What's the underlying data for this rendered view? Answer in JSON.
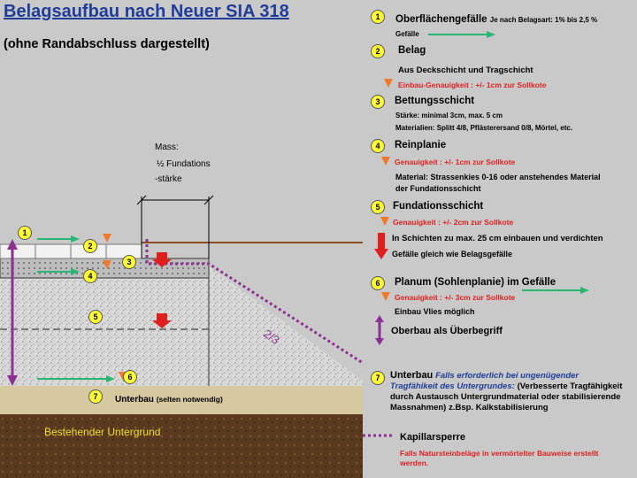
{
  "header": {
    "title": "Belagsaufbau nach Neuer SIA 318",
    "subtitle": "(ohne Randabschluss dargestellt)"
  },
  "diagram": {
    "mass_note": {
      "line1": "Mass:",
      "line2": "½ Fundations",
      "line3": "-stärke"
    },
    "slope_label": "2/3",
    "badges": [
      "1",
      "2",
      "3",
      "4",
      "5",
      "6",
      "7"
    ],
    "unterbau_label": "Unterbau",
    "unterbau_note": "(selten notwendig)",
    "ground_label": "Bestehender Untergrund",
    "colors": {
      "badge": "#ffff33",
      "arrow_green": "#2bb573",
      "triangle_orange": "#f07a2a",
      "arrow_red": "#e01e1e",
      "purple": "#8e2f93",
      "ground_brown": "#5a3a1e",
      "title_blue": "#1f3d99"
    }
  },
  "legend": {
    "item1": {
      "badge": "1",
      "title": "Oberflächengefälle",
      "note": "Je nach Belagsart: 1%  bis 2,5 %",
      "note2": "Gefälle"
    },
    "item2": {
      "badge": "2",
      "title": "Belag",
      "line1": "Aus Deckschicht und Tragschicht",
      "tolerance": "Einbau-Genauigkeit : +/- 1cm zur Sollkote"
    },
    "item3": {
      "badge": "3",
      "title": "Bettungsschicht",
      "line1": "Stärke: minimal 3cm, max. 5 cm",
      "line2": "Materialien: Splitt 4/8, Pflästerersand 0/8, Mörtel, etc."
    },
    "item4": {
      "badge": "4",
      "title": "Reinplanie",
      "tolerance": "Genauigkeit : +/- 1cm zur Sollkote",
      "line1": "Material: Strassenkies 0-16 oder anstehendes Material",
      "line2": "der Fundationsschicht"
    },
    "item5": {
      "badge": "5",
      "title": "Fundationsschicht",
      "tolerance": "Genauigkeit : +/- 2cm zur Sollkote",
      "line1": "In Schichten zu max. 25 cm  einbauen und verdichten",
      "line2": "Gefälle gleich wie Belagsgefälle"
    },
    "item6": {
      "badge": "6",
      "title": "Planum (Sohlenplanie) im Gefälle",
      "tolerance": "Genauigkeit : +/- 3cm zur Sollkote",
      "line1": "Einbau Vlies möglich"
    },
    "oberbau": "Oberbau als Überbegriff",
    "item7": {
      "badge": "7",
      "title": "Unterbau",
      "italic": "Falls erforderlich bei ungenügender Tragfähikeit des Untergrundes:",
      "rest": "(Verbesserte Tragfähigkeit durch Austausch Untergrundmaterial oder stabilisierende Massnahmen)",
      "rest2": "z.Bsp. Kalkstabilisierung"
    },
    "kapillar": {
      "title": "Kapillarsperre",
      "note": "Falls Natursteinbeläge in vermörtelter Bauweise erstellt werden."
    }
  }
}
